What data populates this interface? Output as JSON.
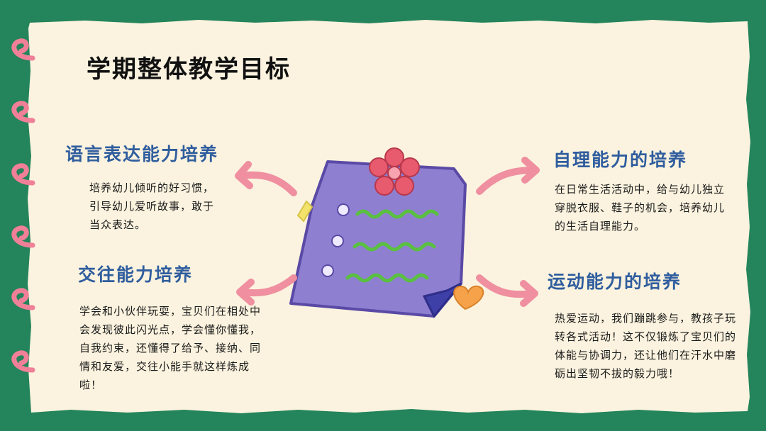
{
  "title": "学期整体教学目标",
  "sections": {
    "language": {
      "heading": "语言表达能力培养",
      "body": "培养幼儿倾听的好习惯，引导幼儿爱听故事，敢于当众表达。"
    },
    "social": {
      "heading": "交往能力培养",
      "body": "学会和小伙伴玩耍，宝贝们在相处中会发现彼此闪光点，学会懂你懂我，自我约束，还懂得了给予、接纳、同情和友爱，交往小能手就这样炼成啦！"
    },
    "selfcare": {
      "heading": "自理能力的培养",
      "body": "在日常生活活动中，给与幼儿独立穿脱衣服、鞋子的机会，培养幼儿的生活自理能力。"
    },
    "motor": {
      "heading": "运动能力的培养",
      "body": "热爱运动，我们蹦跳参与，教孩子玩转各式活动！这不仅锻炼了宝贝们的体能与协调力，还让他们在汗水中磨砺出坚韧不拔的毅力哦！"
    }
  },
  "colors": {
    "board": "#24845c",
    "paper": "#fbf3df",
    "heading": "#2f5d9e",
    "arrow": "#ef8fa0",
    "ring": "#f07f97",
    "note": "#8e7fd0"
  },
  "icons": [
    "binder-ring-icon",
    "checklist-note-icon",
    "flower-icon",
    "heart-icon",
    "diamond-icon",
    "arrow-icon"
  ]
}
